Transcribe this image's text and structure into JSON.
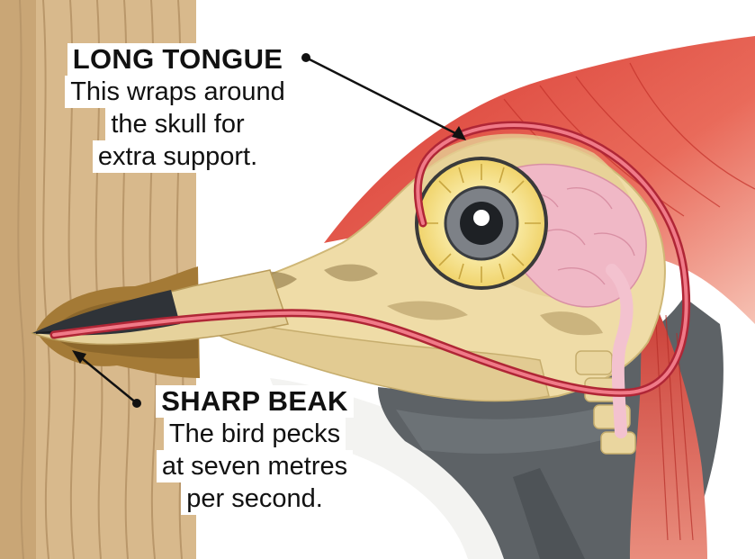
{
  "labels": {
    "tongue": {
      "title": "LONG TONGUE",
      "lines": [
        "This wraps around",
        "the skull for",
        "extra support."
      ]
    },
    "beak": {
      "title": "SHARP BEAK",
      "lines": [
        "The bird pecks",
        "at seven metres",
        "per second."
      ]
    }
  },
  "colors": {
    "wood": "#d8b98c",
    "wood_grain": "#b9976a",
    "hole": "#a47a36",
    "skull": "#efdca7",
    "beak_tip": "#2f3338",
    "crest": "#e0473d",
    "tongue": "#d94455",
    "brain": "#f0b8c6",
    "eye_iris": "#f6e18a",
    "neck_gray": "#5d6266"
  }
}
